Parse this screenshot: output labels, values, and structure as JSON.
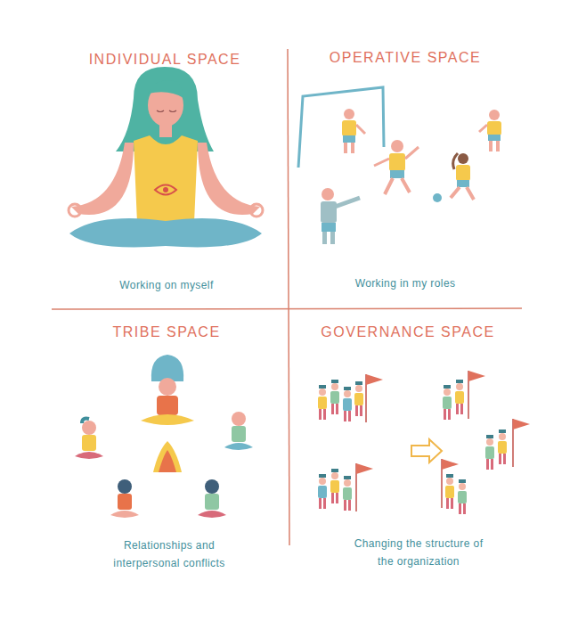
{
  "diagram": {
    "labels": [
      "INDIVIDUAL SPACE",
      "OPERATIVE SPACE",
      "Working on myself",
      "Working in my roles",
      "TRIBE SPACE",
      "GOVERNANCE SPACE",
      "Relationships and interpersonal conflicts",
      "Changing the structure of the organization"
    ]
  }
}
